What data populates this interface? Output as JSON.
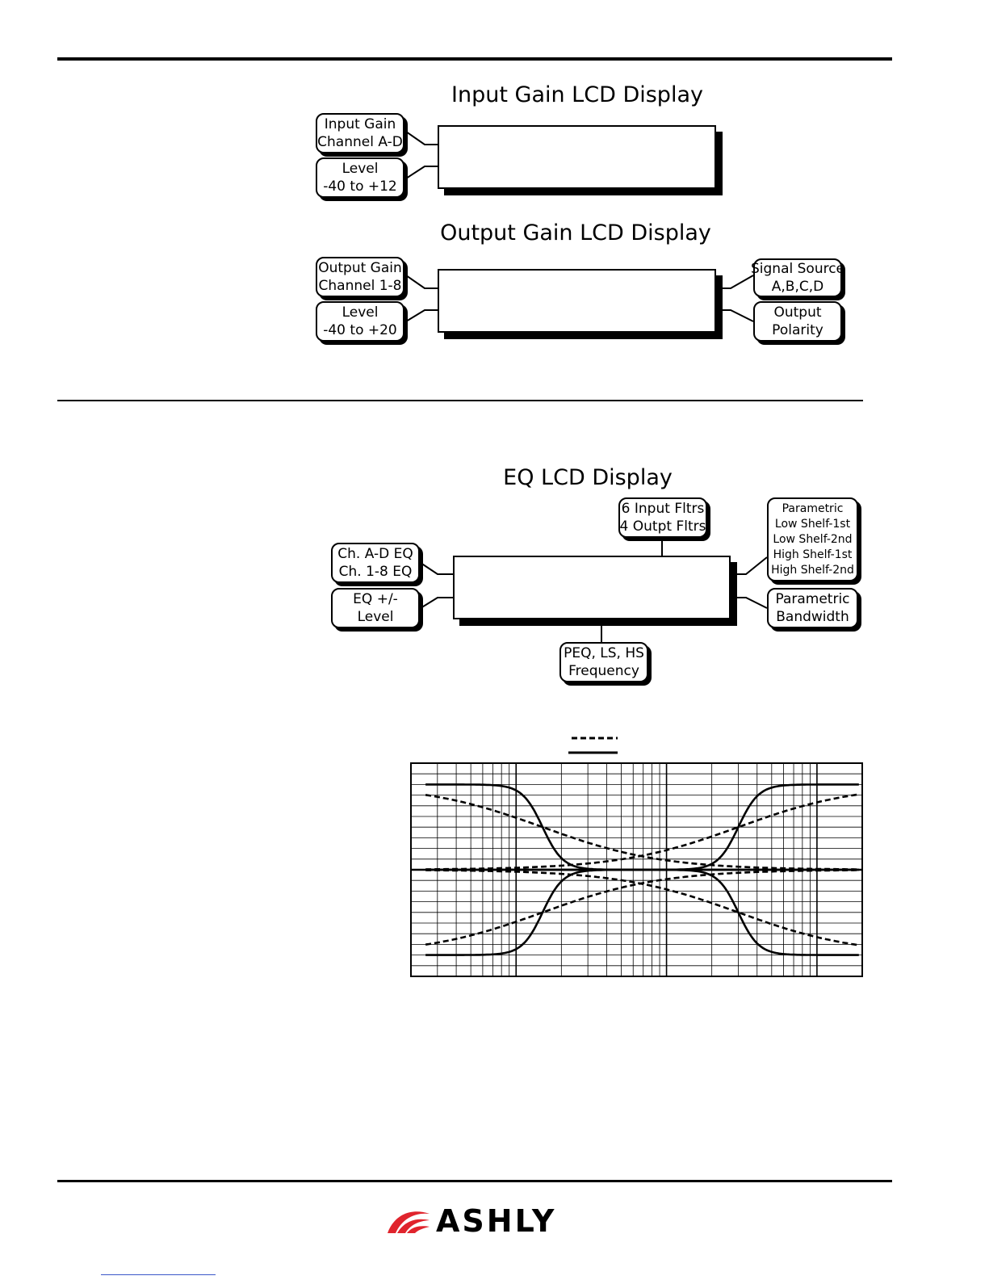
{
  "input_gain": {
    "title": "Input Gain LCD Display",
    "left_callouts": [
      {
        "line1": "Input Gain",
        "line2": "Channel A-D"
      },
      {
        "line1": "Level",
        "line2": "-40 to +12"
      }
    ]
  },
  "output_gain": {
    "title": "Output Gain LCD Display",
    "left_callouts": [
      {
        "line1": "Output Gain",
        "line2": "Channel 1-8"
      },
      {
        "line1": "Level",
        "line2": "-40 to +20"
      }
    ],
    "right_callouts": [
      {
        "line1": "Signal Source",
        "line2": "A,B,C,D"
      },
      {
        "line1": "Output",
        "line2": "Polarity"
      }
    ]
  },
  "eq": {
    "title": "EQ LCD Display",
    "top_callout": {
      "line1": "6 Input Fltrs",
      "line2": "4 Outpt Fltrs"
    },
    "left_callouts": [
      {
        "line1": "Ch. A-D EQ",
        "line2": "Ch. 1-8 EQ"
      },
      {
        "line1": "EQ +/-",
        "line2": "Level"
      }
    ],
    "right_callouts": [
      {
        "lines": [
          "Parametric",
          "Low Shelf-1st",
          "Low Shelf-2nd",
          "High Shelf-1st",
          "High Shelf-2nd"
        ]
      },
      {
        "line1": "Parametric",
        "line2": "Bandwidth"
      }
    ],
    "bottom_callout": {
      "line1": "PEQ, LS, HS",
      "line2": "Frequency"
    }
  },
  "legend": {
    "dashed_sample": "------",
    "solid_sample": "____"
  },
  "chart_data": {
    "type": "line",
    "title": "",
    "xlabel": "",
    "ylabel": "",
    "x_scale": "log",
    "xlim": [
      20,
      20000
    ],
    "ylim": [
      -15,
      15
    ],
    "grid": true,
    "series": [
      {
        "style": "dashed",
        "shape": "low-shelf-1st",
        "gain": 12
      },
      {
        "style": "solid",
        "shape": "low-shelf-2nd",
        "gain": 12
      },
      {
        "style": "dashed",
        "shape": "low-shelf-1st",
        "gain": -12
      },
      {
        "style": "solid",
        "shape": "low-shelf-2nd",
        "gain": -12
      },
      {
        "style": "dashed",
        "shape": "high-shelf-1st",
        "gain": 12
      },
      {
        "style": "solid",
        "shape": "high-shelf-2nd",
        "gain": 12
      },
      {
        "style": "dashed",
        "shape": "high-shelf-1st",
        "gain": -12
      },
      {
        "style": "solid",
        "shape": "high-shelf-2nd",
        "gain": -12
      }
    ]
  },
  "logo": {
    "text": "ASHLY"
  }
}
